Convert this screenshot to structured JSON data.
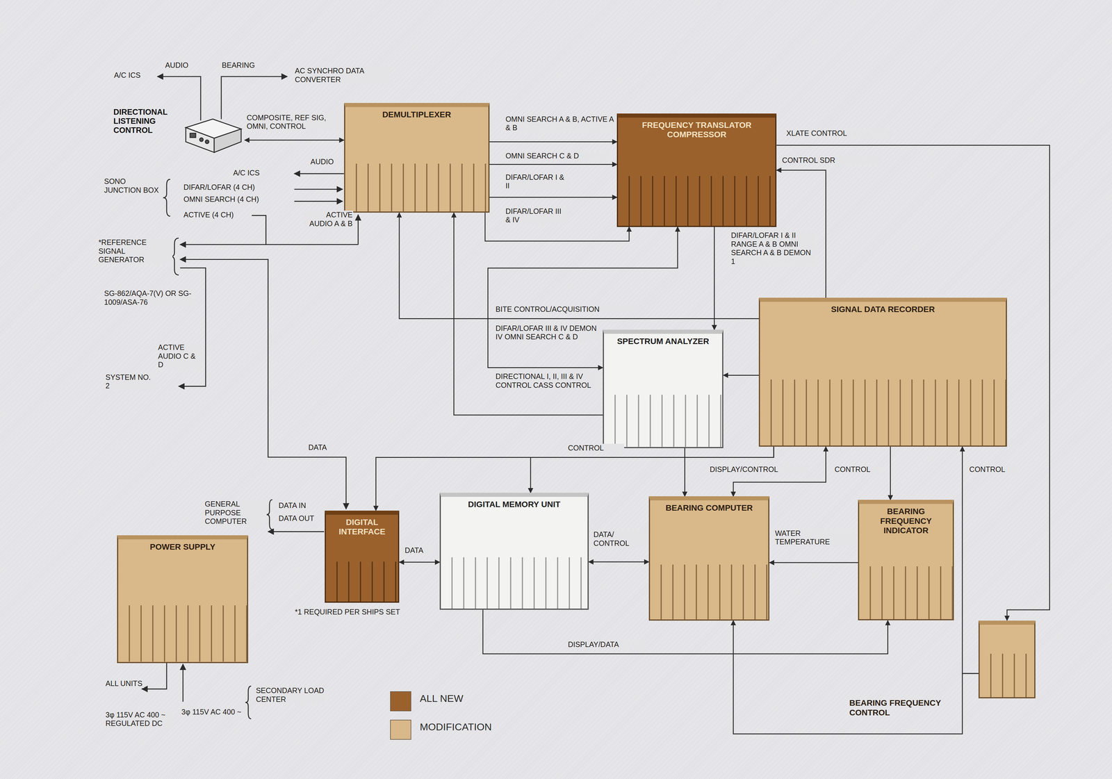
{
  "diagram": {
    "nodes": [
      {
        "text": [
          "DIRECTIONAL LISTENING CONTROL"
        ]
      },
      {
        "text": [
          "DEMULTIPLEXER"
        ]
      },
      {
        "text": [
          "FREQUENCY TRANSLATOR COMPRESSOR"
        ]
      },
      {
        "text": [
          "SPECTRUM ANALYZER"
        ]
      },
      {
        "text": [
          "SIGNAL DATA RECORDER"
        ]
      },
      {
        "text": [
          "DIGITAL INTERFACE"
        ]
      },
      {
        "text": [
          "DIGITAL MEMORY UNIT"
        ]
      },
      {
        "text": [
          "BEARING COMPUTER"
        ]
      },
      {
        "text": [
          "BEARING FREQUENCY INDICATOR"
        ]
      },
      {
        "text": [
          "BEARING FREQUENCY CONTROL"
        ]
      },
      {
        "text": [
          "POWER SUPPLY"
        ]
      }
    ],
    "edges": [
      {
        "from": 0,
        "to": 1,
        "label": "COMPOSITE, REF SIG, OMNI, CONTROL",
        "arrow": "both"
      },
      {
        "from": 1,
        "to": 2,
        "label": "OMNI SEARCH A & B, ACTIVE A & B",
        "arrow": "to"
      },
      {
        "from": 1,
        "to": 2,
        "label": "OMNI SEARCH C & D",
        "arrow": "to"
      },
      {
        "from": 1,
        "to": 2,
        "label": "DIFAR/LOFAR I & II",
        "arrow": "to"
      },
      {
        "from": 1,
        "to": 2,
        "label": "DIFAR/LOFAR III & IV",
        "arrow": "to"
      },
      {
        "from": 2,
        "to": 3,
        "label": "DIFAR/LOFAR I & II RANGE A & B OMNI SEARCH A & B DEMON 1",
        "arrow": "to"
      },
      {
        "from": 4,
        "to": 2,
        "label": "CONTROL SDR",
        "arrow": "to"
      },
      {
        "from": 4,
        "to": 1,
        "label": "BITE CONTROL/ACQUISITION",
        "arrow": "to"
      },
      {
        "from": 3,
        "to": 2,
        "label": "DIFAR/LOFAR III & IV DEMON IV OMNI SEARCH C & D",
        "arrow": "both"
      },
      {
        "from": 3,
        "to": 1,
        "label": "DIRECTIONAL I, II, III & IV CONTROL CASS CONTROL",
        "arrow": "to"
      },
      {
        "from": 4,
        "to": 3,
        "arrow": "to"
      },
      {
        "from": 3,
        "to": 7,
        "arrow": "to"
      },
      {
        "from": 4,
        "to": 7,
        "label": "DISPLAY/CONTROL",
        "arrow": "both"
      },
      {
        "from": 4,
        "to": 5,
        "label": "CONTROL",
        "arrow": "to"
      },
      {
        "from": 4,
        "to": 6,
        "arrow": "to"
      },
      {
        "from": 4,
        "to": 8,
        "label": "CONTROL",
        "arrow": "to"
      },
      {
        "from": 9,
        "to": 4,
        "label": "CONTROL",
        "arrow": "to"
      },
      {
        "from": 9,
        "to": 7,
        "arrow": "to"
      },
      {
        "from": 2,
        "to": 9,
        "label": "XLATE CONTROL",
        "arrow": "to"
      },
      {
        "from": 5,
        "to": 6,
        "label": "DATA",
        "arrow": "both"
      },
      {
        "from": 6,
        "to": 7,
        "label": "DATA/ CONTROL",
        "arrow": "both"
      },
      {
        "from": 8,
        "to": 7,
        "label": "WATER TEMPERATURE",
        "arrow": "to"
      },
      {
        "from": 6,
        "to": 8,
        "label": "DISPLAY/DATA",
        "arrow": "to"
      }
    ],
    "labels": [
      "AUDIO",
      "BEARING",
      "A/C ICS",
      "AC SYNCHRO DATA CONVERTER",
      "AUDIO",
      "A/C ICS",
      "SONO JUNCTION BOX",
      "DIFAR/LOFAR (4 CH)",
      "OMNI SEARCH (4 CH)",
      "ACTIVE (4 CH)",
      "ACTIVE AUDIO A & B",
      "*REFERENCE SIGNAL GENERATOR",
      "SG-862/AQA-7(V) OR SG-1009/ASA-76",
      "ACTIVE AUDIO C & D",
      "SYSTEM NO. 2",
      "DATA",
      "GENERAL PURPOSE COMPUTER",
      "DATA IN",
      "DATA OUT",
      "*1 REQUIRED PER SHIPS SET",
      "ALL UNITS",
      "3φ 115V AC 400 ~ REGULATED DC",
      "3φ 115V AC 400 ~",
      "SECONDARY LOAD CENTER"
    ],
    "legend": [
      {
        "text": "ALL NEW",
        "color": "#9a612d"
      },
      {
        "text": "MODIFICATION",
        "color": "#d9b889"
      }
    ]
  }
}
